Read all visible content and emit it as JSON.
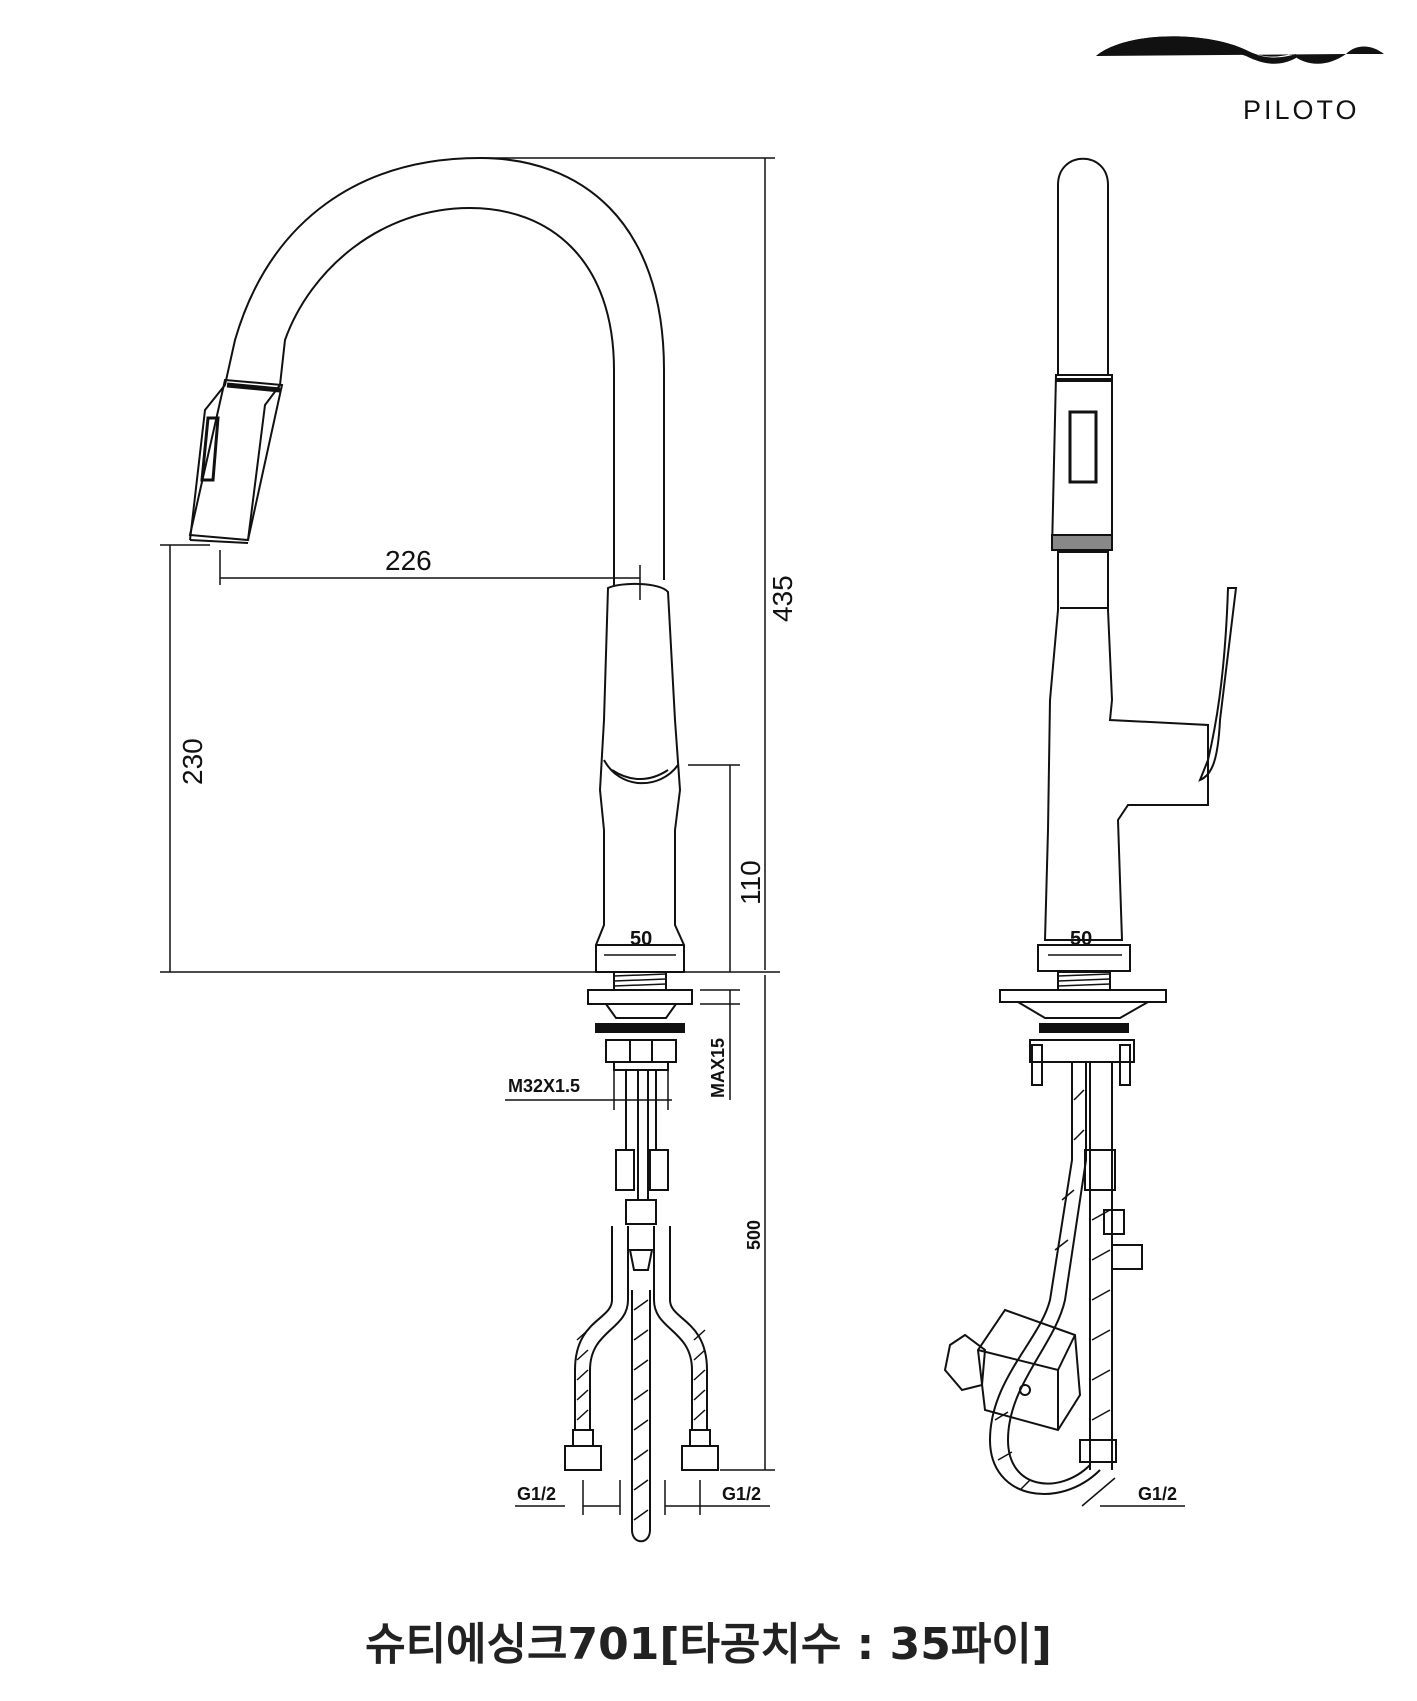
{
  "brand": {
    "name": "PILOTO",
    "logo_icon": "wave-logo-icon"
  },
  "dimensions": {
    "spout_reach": "226",
    "total_height": "435",
    "spout_height": "230",
    "body_height": "110",
    "base_front": "50",
    "base_side": "50",
    "max_thickness": "MAX15",
    "thread": "M32X1.5",
    "hose_length": "500",
    "inlet_left": "G1/2",
    "inlet_right": "G1/2",
    "inlet_side": "G1/2"
  },
  "caption": "슈티에싱크701[타공치수 : 35파이]"
}
